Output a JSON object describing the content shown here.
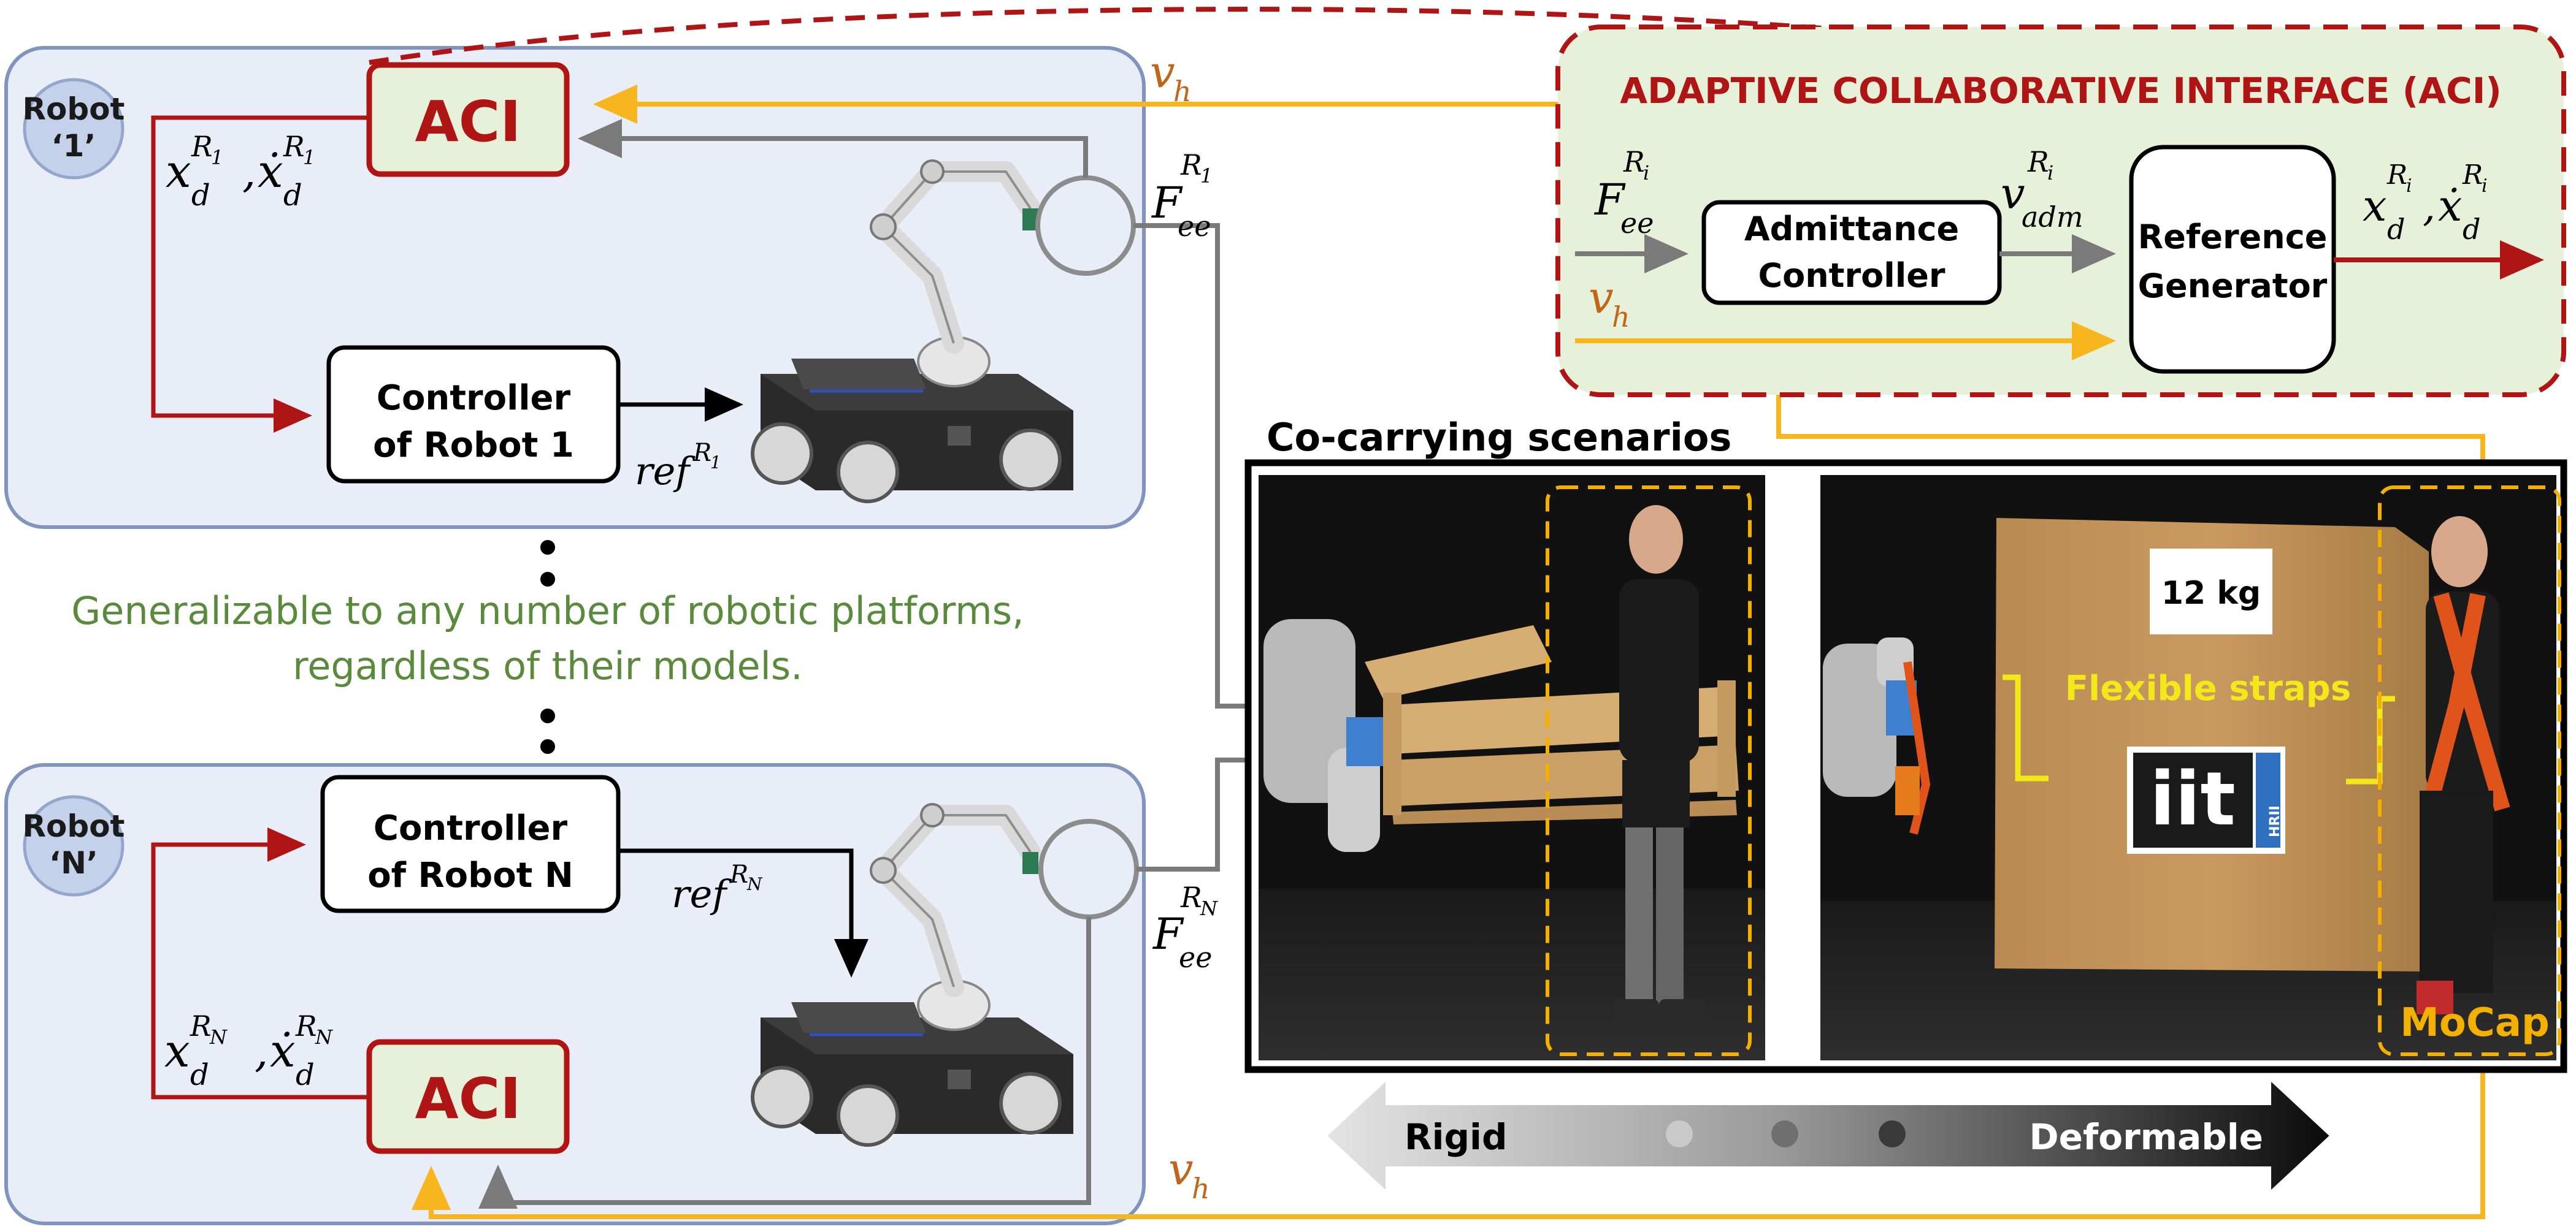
{
  "robot1": {
    "badge_line1": "Robot",
    "badge_line2": "‘1’",
    "aci_label": "ACI",
    "controller_line1": "Controller",
    "controller_line2": "of Robot 1",
    "ref_base": "ref",
    "ref_sup": "R",
    "ref_sub": "1",
    "state_label": "x",
    "force_base": "F",
    "force_sub": "ee",
    "force_sup": "R",
    "force_sup_sub": "1"
  },
  "robotN": {
    "badge_line1": "Robot",
    "badge_line2": "‘N’",
    "aci_label": "ACI",
    "controller_line1": "Controller",
    "controller_line2": "of Robot N",
    "ref_base": "ref",
    "ref_sup": "R",
    "ref_sub": "N",
    "force_base": "F",
    "force_sub": "ee",
    "force_sup": "R",
    "force_sup_sub": "N"
  },
  "state_vars": {
    "x": "x",
    "sub": "d",
    "R": "R",
    "dot_x": "ẋ",
    "comma": ","
  },
  "human_velocity": {
    "v": "v",
    "sub": "h"
  },
  "generalization_note": {
    "line1": "Generalizable to any number of robotic platforms,",
    "line2": "regardless of their models."
  },
  "aci_detail": {
    "title": "ADAPTIVE COLLABORATIVE INTERFACE (ACI)",
    "admittance_line1": "Admittance",
    "admittance_line2": "Controller",
    "reference_line1": "Reference",
    "reference_line2": "Generator",
    "force_base": "F",
    "force_sub": "ee",
    "force_sup": "R",
    "force_sup_sub": "i",
    "vadm_base": "v",
    "vadm_sub": "adm",
    "vadm_sup": "R",
    "vadm_sup_sub": "i",
    "out_sup_sub": "i"
  },
  "scenarios": {
    "title": "Co-carrying scenarios",
    "box_weight": "12 kg",
    "straps_label": "Flexible straps",
    "logo_text": "iit",
    "logo_small": "HRII",
    "mocap_label": "MoCap"
  },
  "spectrum": {
    "left_label": "Rigid",
    "right_label": "Deformable"
  },
  "colors": {
    "robot_panel_fill": "#e8edf7",
    "robot_panel_stroke": "#7f95bd",
    "aci_fill": "#e7f0d9",
    "dark_red": "#b01515",
    "orange": "#f7b51e",
    "velocity_text": "#c0661a",
    "green_text": "#5a8a3c",
    "gray_arrow": "#7a7a7a",
    "mocap_text": "#f3b000",
    "strap_text": "#f2e81a"
  }
}
